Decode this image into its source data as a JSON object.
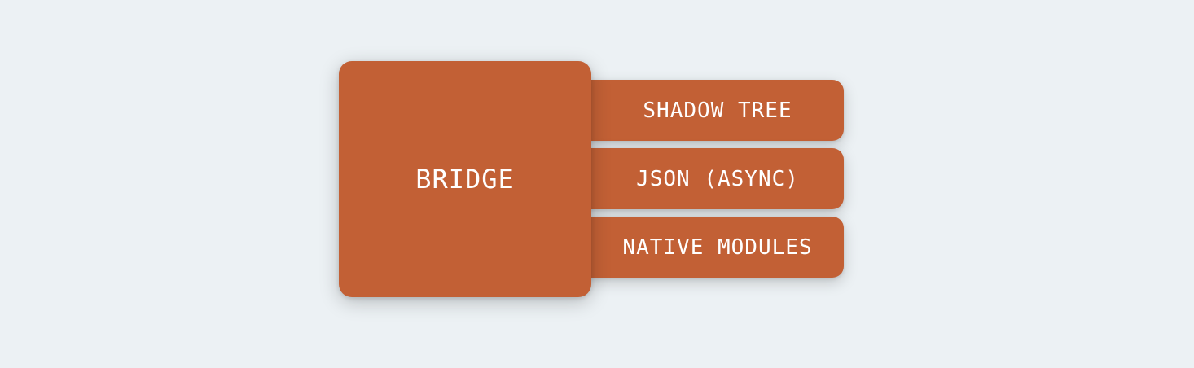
{
  "colors": {
    "background": "#ecf1f4",
    "block": "#c26035",
    "text": "#ffffff"
  },
  "diagram": {
    "main": {
      "label": "BRIDGE"
    },
    "items": [
      {
        "label": "SHADOW TREE"
      },
      {
        "label": "JSON (ASYNC)"
      },
      {
        "label": "NATIVE MODULES"
      }
    ]
  }
}
